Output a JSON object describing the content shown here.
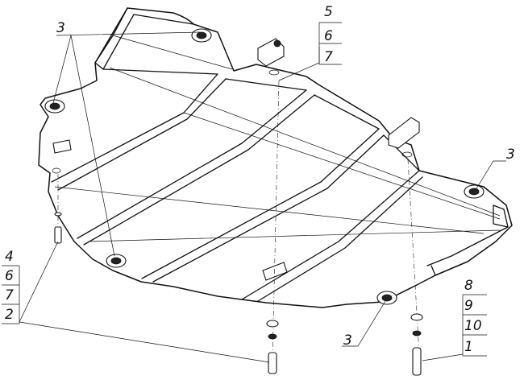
{
  "callouts": {
    "top_left": "3",
    "right": "3",
    "bottom": "3",
    "stack_top": [
      "5",
      "6",
      "7"
    ],
    "stack_left": [
      "4",
      "6",
      "7",
      "2"
    ],
    "stack_right": [
      "8",
      "9",
      "10",
      "1"
    ]
  }
}
